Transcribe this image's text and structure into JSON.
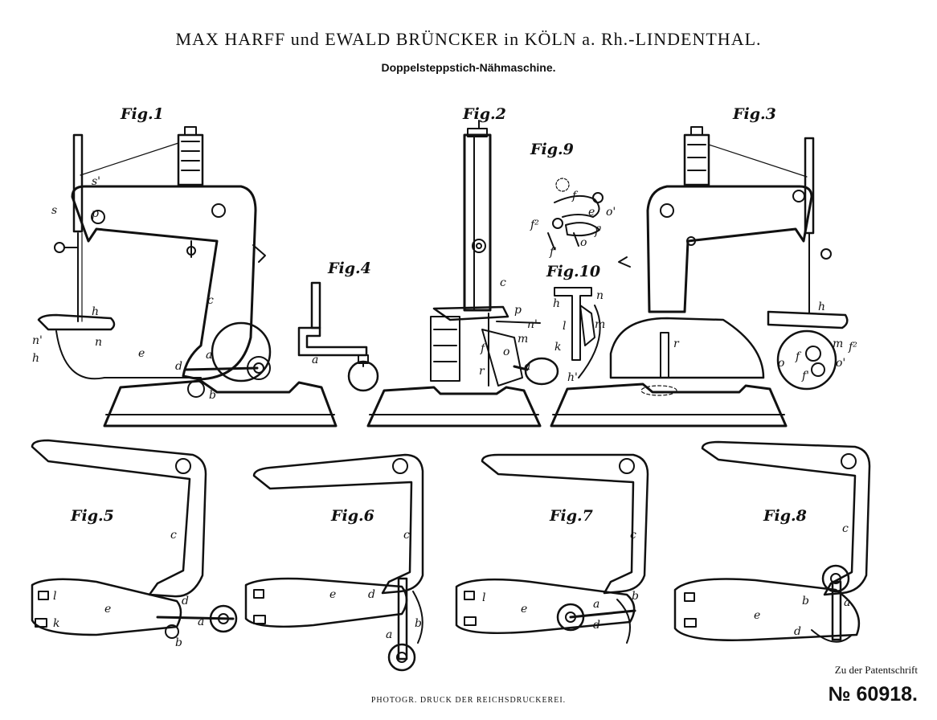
{
  "header": {
    "title": "MAX HARFF und EWALD BRÜNCKER in KÖLN a. Rh.-LINDENTHAL.",
    "subtitle": "Doppelsteppstich-Nähmaschine."
  },
  "figures": {
    "fig1": "Fig.1",
    "fig2": "Fig.2",
    "fig3": "Fig.3",
    "fig4": "Fig.4",
    "fig5": "Fig.5",
    "fig6": "Fig.6",
    "fig7": "Fig.7",
    "fig8": "Fig.8",
    "fig9": "Fig.9",
    "fig10": "Fig.10"
  },
  "parts": {
    "a": "a",
    "b": "b",
    "c": "c",
    "d": "d",
    "e": "e",
    "f": "f",
    "f1": "f'",
    "f2": "f²",
    "h": "h",
    "h1": "h'",
    "k": "k",
    "l": "l",
    "m": "m",
    "n": "n",
    "n1": "n'",
    "o": "o",
    "o1": "o'",
    "p": "p",
    "r": "r",
    "s": "s",
    "s1": "s'"
  },
  "footer": {
    "print_note": "PHOTOGR. DRUCK DER REICHSDRUCKEREI.",
    "patent_note": "Zu der Patentschrift",
    "patent_number": "№ 60918."
  }
}
